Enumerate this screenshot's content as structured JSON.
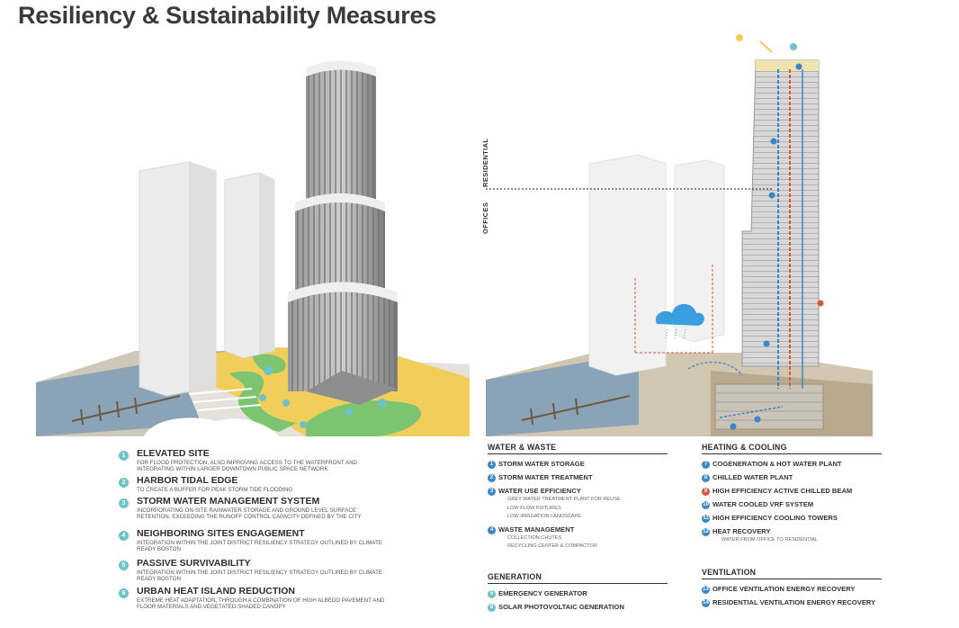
{
  "page_title": "Resiliency & Sustainability Measures",
  "diagram_labels": {
    "residential": "RESIDENTIAL",
    "offices": "OFFICES"
  },
  "left_legend": [
    {
      "num": "1",
      "title": "ELEVATED SITE",
      "desc": "FOR FLOOD PROTECTION, ALSO IMPROVING ACCESS TO THE WATERFRONT AND INTEGRATING WITHIN LARGER DOWNTOWN PUBLIC SPACE NETWORK"
    },
    {
      "num": "2",
      "title": "HARBOR TIDAL EDGE",
      "desc": "TO CREATE A BUFFER FOR PEAK STORM TIDE FLOODING"
    },
    {
      "num": "3",
      "title": "STORM WATER MANAGEMENT SYSTEM",
      "desc": "INCORPORATING ON-SITE RAINWATER STORAGE AND GROUND LEVEL SURFACE RETENTION, EXCEEDING THE RUNOFF CONTROL CAPACITY DEFINED BY THE CITY"
    },
    {
      "num": "4",
      "title": "NEIGHBORING SITES ENGAGEMENT",
      "desc": "INTEGRATION WITHIN THE JOINT DISTRICT RESILIENCY STRATEGY OUTLINED BY CLIMATE READY BOSTON"
    },
    {
      "num": "5",
      "title": "PASSIVE SURVIVABILITY",
      "desc": "INTEGRATION WITHIN THE JOINT DISTRICT RESILIENCY STRATEGY OUTLINED BY CLIMATE READY BOSTON"
    },
    {
      "num": "6",
      "title": "URBAN HEAT ISLAND REDUCTION",
      "desc": "EXTREME HEAT ADAPTATION, THROUGH A COMBINATION OF HIGH ALBEDO PAVEMENT AND FLOOR MATERIALS AND VEGETATED SHADED CANOPY"
    }
  ],
  "water_waste": {
    "heading": "WATER & WASTE",
    "items": [
      {
        "num": "1",
        "label": "STORM WATER STORAGE",
        "subs": []
      },
      {
        "num": "2",
        "label": "STORM WATER TREATMENT",
        "subs": []
      },
      {
        "num": "3",
        "label": "WATER USE EFFICIENCY",
        "subs": [
          "GREY WATER TREATMENT PLANT FOR REUSE",
          "LOW FLOW FIXTURES",
          "LOW IRRIGATION LANDSCAPE"
        ]
      },
      {
        "num": "4",
        "label": "WASTE MANAGEMENT",
        "subs": [
          "COLLECTION CHUTES",
          "RECYCLING CENTER & COMPACTOR"
        ]
      }
    ]
  },
  "generation": {
    "heading": "GENERATION",
    "items": [
      {
        "num": "5",
        "label": "EMERGENCY GENERATOR"
      },
      {
        "num": "6",
        "label": "SOLAR PHOTOVOLTAIC GENERATION"
      }
    ]
  },
  "heating_cooling": {
    "heading": "HEATING & COOLING",
    "items": [
      {
        "num": "7",
        "label": "COGENERATION & HOT WATER PLANT",
        "subs": []
      },
      {
        "num": "8",
        "label": "CHILLED WATER PLANT",
        "subs": []
      },
      {
        "num": "9",
        "label": "HIGH EFFICIENCY ACTIVE CHILLED BEAM",
        "subs": []
      },
      {
        "num": "10",
        "label": "WATER COOLED VRF SYSTEM",
        "subs": []
      },
      {
        "num": "11",
        "label": "HIGH EFFICIENCY COOLING TOWERS",
        "subs": []
      },
      {
        "num": "12",
        "label": "HEAT RECOVERY",
        "subs": [
          "WATER FROM OFFICE TO RESIDENTIAL"
        ]
      }
    ]
  },
  "ventilation": {
    "heading": "VENTILATION",
    "items": [
      {
        "num": "13",
        "label": "OFFICE VENTILATION ENERGY RECOVERY"
      },
      {
        "num": "14",
        "label": "RESIDENTIAL VENTILATION ENERGY RECOVERY"
      }
    ]
  },
  "colors": {
    "teal_marker": "#6ec3c7",
    "blue_marker": "#3b86c6",
    "red_marker": "#d9583b",
    "plaza_yellow": "#f1cd5a",
    "water": "#8aa3b6",
    "grass": "#7cc470"
  }
}
